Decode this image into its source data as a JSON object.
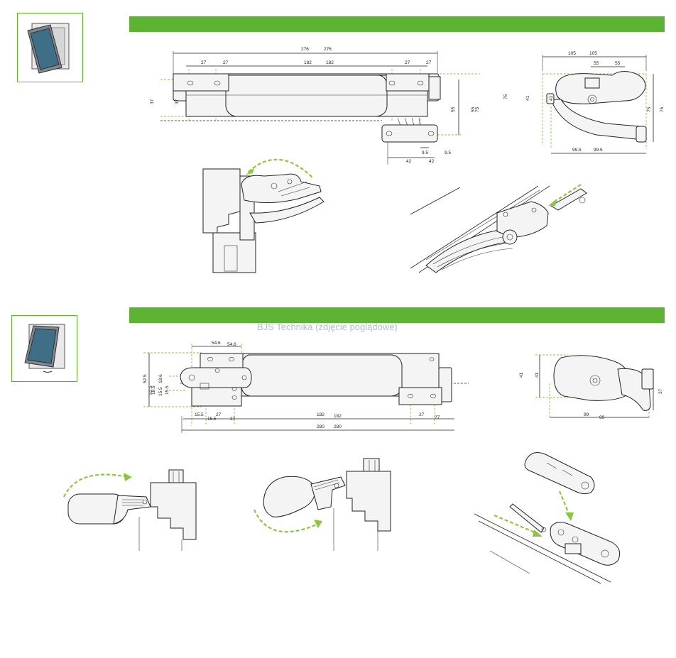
{
  "watermark": "BJS Technika (zdjęcie poglądowe)",
  "colors": {
    "accent": "#5cb432",
    "dash": "#8cc63f",
    "line": "#222222",
    "watermark": "#b6bcc6"
  },
  "icons": {
    "top_thumb": "tilt-window-open-icon",
    "bottom_thumb": "top-hung-window-open-icon"
  },
  "top": {
    "front_dims": {
      "overall_a": "276",
      "overall_b": "276",
      "left_a": "27",
      "left_b": "27",
      "mid_a": "182",
      "mid_b": "182",
      "right_a": "27",
      "right_b": "27",
      "h_a": "37",
      "h_b": "37",
      "v_a": "55",
      "v_b": "55",
      "v2_a": "75",
      "v2_b": "75",
      "off_a": "9.5",
      "off_b": "9.5",
      "w_a": "42",
      "w_b": "42"
    },
    "side_dims": {
      "top_a": "105",
      "top_b": "105",
      "in_a": "55",
      "in_b": "55",
      "h_a": "41",
      "h_b": "41",
      "v_a": "75",
      "v_b": "75",
      "w_a": "99.5",
      "w_b": "99.5"
    }
  },
  "bottom": {
    "front_dims": {
      "top_a": "54.6",
      "top_b": "54.6",
      "h_a": "52.5",
      "h_b": "52.5",
      "s1_a": "18.6",
      "s1_b": "18.6",
      "s2_a": "15.5",
      "s2_b": "15.5",
      "l_a": "27",
      "l_b": "27",
      "mid_a": "182",
      "mid_b": "182",
      "r_a": "27",
      "r_b": "27",
      "overall_a": "280",
      "overall_b": "280"
    },
    "side_dims": {
      "h_a": "41",
      "h_b": "41",
      "v": "37",
      "w_a": "99",
      "w_b": "99"
    }
  }
}
